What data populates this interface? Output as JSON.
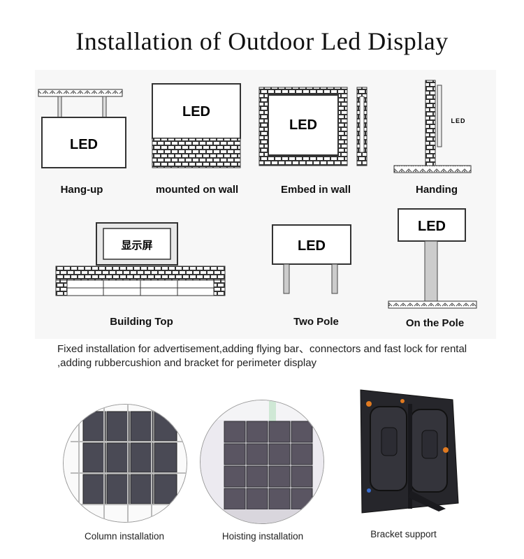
{
  "title": "Installation of Outdoor Led Display",
  "led_label": "LED",
  "building_sign": "显示屏",
  "handing_sign": "LED",
  "methods": [
    {
      "label": "Hang-up"
    },
    {
      "label": "mounted on wall"
    },
    {
      "label": "Embed in wall"
    },
    {
      "label": "Handing"
    },
    {
      "label": "Building Top"
    },
    {
      "label": "Two Pole"
    },
    {
      "label": "On the Pole"
    }
  ],
  "description": "Fixed installation for advertisement,adding flying bar、connectors and fast lock for rental ,adding rubbercushion and bracket for perimeter display",
  "photos": [
    {
      "label": "Column installation"
    },
    {
      "label": "Hoisting installation"
    },
    {
      "label": "Bracket support"
    }
  ]
}
